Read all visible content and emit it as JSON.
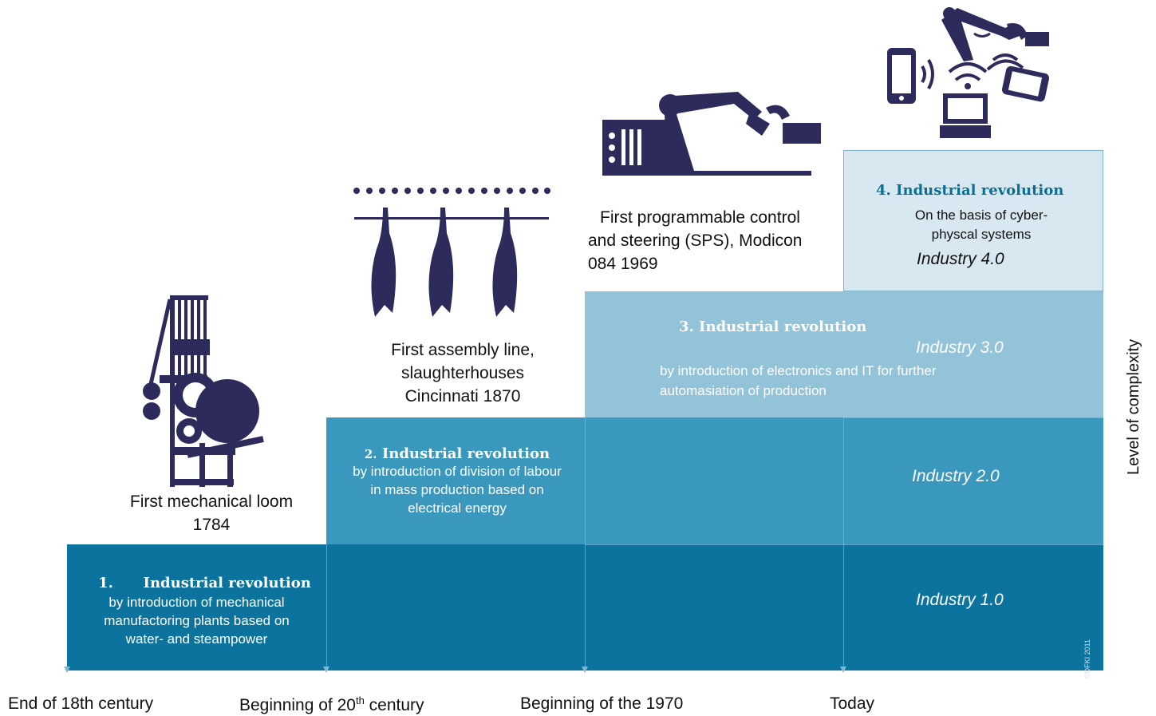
{
  "stages": [
    {
      "title_num": "1.",
      "title": "Industrial revolution",
      "description": "by introduction of mechanical manufactoring plants based on water- and steampower",
      "industry_label": "Industry 1.0",
      "caption_line1": "First mechanical loom",
      "caption_line2": "1784",
      "timeline": "End of 18th century"
    },
    {
      "title_num": "2.",
      "title": "Industrial revolution",
      "description_line1": "by introduction of  division of labour",
      "description_line2": "in mass production based on",
      "description_line3": "electrical energy",
      "industry_label": "Industry 2.0",
      "caption_line1": "First assembly line,",
      "caption_line2": "slaughterhouses",
      "caption_line3": "Cincinnati 1870",
      "timeline_prefix": "Beginning of 20",
      "timeline_sup": "th",
      "timeline_suffix": " century"
    },
    {
      "title": "3. Industrial revolution",
      "description_line1": "by introduction of electronics and IT for further",
      "description_line2": "automasiation of production",
      "industry_label": "Industry 3.0",
      "caption_line1": "First programmable control",
      "caption_line2": "and steering (SPS), Modicon",
      "caption_line3": "084 1969",
      "timeline": "Beginning of the 1970"
    },
    {
      "title": "4. Industrial revolution",
      "description_line1": "On the basis of cyber-",
      "description_line2": "physcal systems",
      "industry_label": "Industry 4.0",
      "timeline": "Today"
    }
  ],
  "axis_label": "Level of complexity",
  "watermark": "©DFKI 2011",
  "colors": {
    "stage1": "#0b739e",
    "stage2": "#3a98bf",
    "stage3": "#93c3d8",
    "stage4": "#d8e8f1",
    "icon": "#2d2a5c",
    "title4": "#0b6e93"
  },
  "icons": [
    "mechanical-loom-icon",
    "assembly-line-icon",
    "industrial-robot-arm-icon",
    "cyber-physical-devices-icon"
  ]
}
